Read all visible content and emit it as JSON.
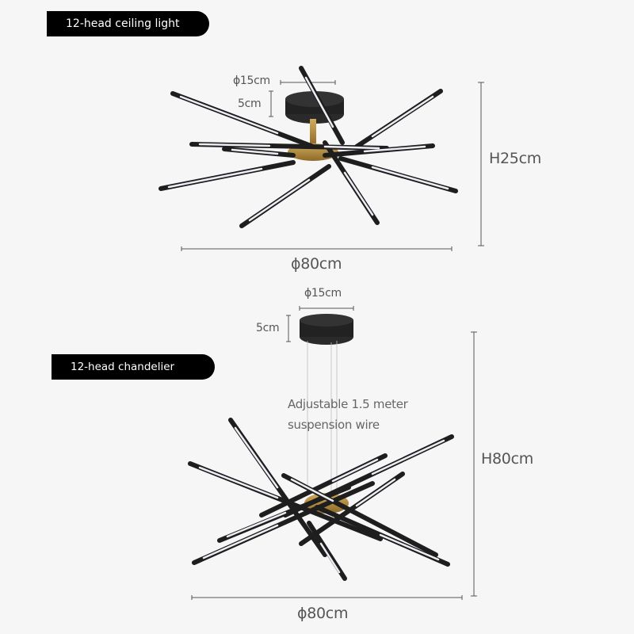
{
  "labels": {
    "ceiling_title": "12-head ceiling light",
    "chandelier_title": "12-head chandelier"
  },
  "ceiling": {
    "canopy_diameter": "ϕ15cm",
    "canopy_height": "5cm",
    "overall_height": "H25cm",
    "overall_diameter": "ϕ80cm"
  },
  "chandelier": {
    "canopy_diameter": "ϕ15cm",
    "canopy_height": "5cm",
    "overall_height": "H80cm",
    "overall_diameter": "ϕ80cm",
    "note_line1": "Adjustable 1.5 meter",
    "note_line2": "suspension wire"
  },
  "colors": {
    "background": "#f6f6f6",
    "badge": "#000000",
    "rod_black": "#1e1e1e",
    "rod_light": "#e9e9f2",
    "brass": "#b08a3e",
    "dim_line": "#555555"
  }
}
